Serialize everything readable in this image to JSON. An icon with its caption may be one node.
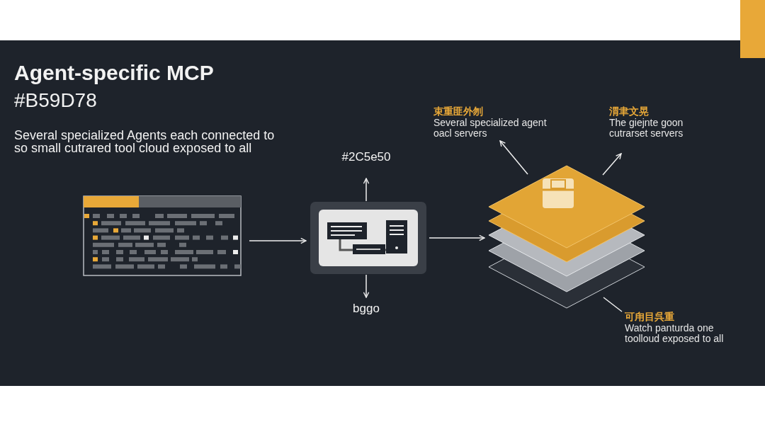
{
  "diagram": {
    "title": "Agent-specific MCP",
    "nodes": [
      {
        "text": [],
        "shape": "picture"
      },
      {
        "text": [],
        "shape": "picture"
      },
      {
        "text": [
          "#2C5e50"
        ]
      },
      {
        "text": [
          "bggo"
        ]
      },
      {
        "text": [],
        "shape": "picture"
      },
      {
        "text": [
          "束重匪外刎",
          "Several specialized agent oacl servers"
        ]
      },
      {
        "text": [
          "渭聿文晃",
          "The giejnte goon cutrarset servers"
        ]
      },
      {
        "text": [
          "可甪目呉重",
          "Watch panturda one toolloud exposed to all"
        ]
      }
    ],
    "edges": [
      {
        "from": 0,
        "to": 1,
        "arrow": "to"
      },
      {
        "from": 1,
        "to": 4,
        "arrow": "to"
      },
      {
        "from": 1,
        "to": 2,
        "arrow": "to"
      },
      {
        "from": 1,
        "to": 3,
        "arrow": "to"
      },
      {
        "from": 4,
        "to": 5,
        "arrow": "to"
      },
      {
        "from": 4,
        "to": 6,
        "arrow": "to"
      },
      {
        "from": 4,
        "to": 7,
        "arrow": "none"
      }
    ],
    "labels": [
      "#B59D78",
      "Several specialized Agents each connected to so small cutrared tool cloud exposed to all"
    ]
  }
}
